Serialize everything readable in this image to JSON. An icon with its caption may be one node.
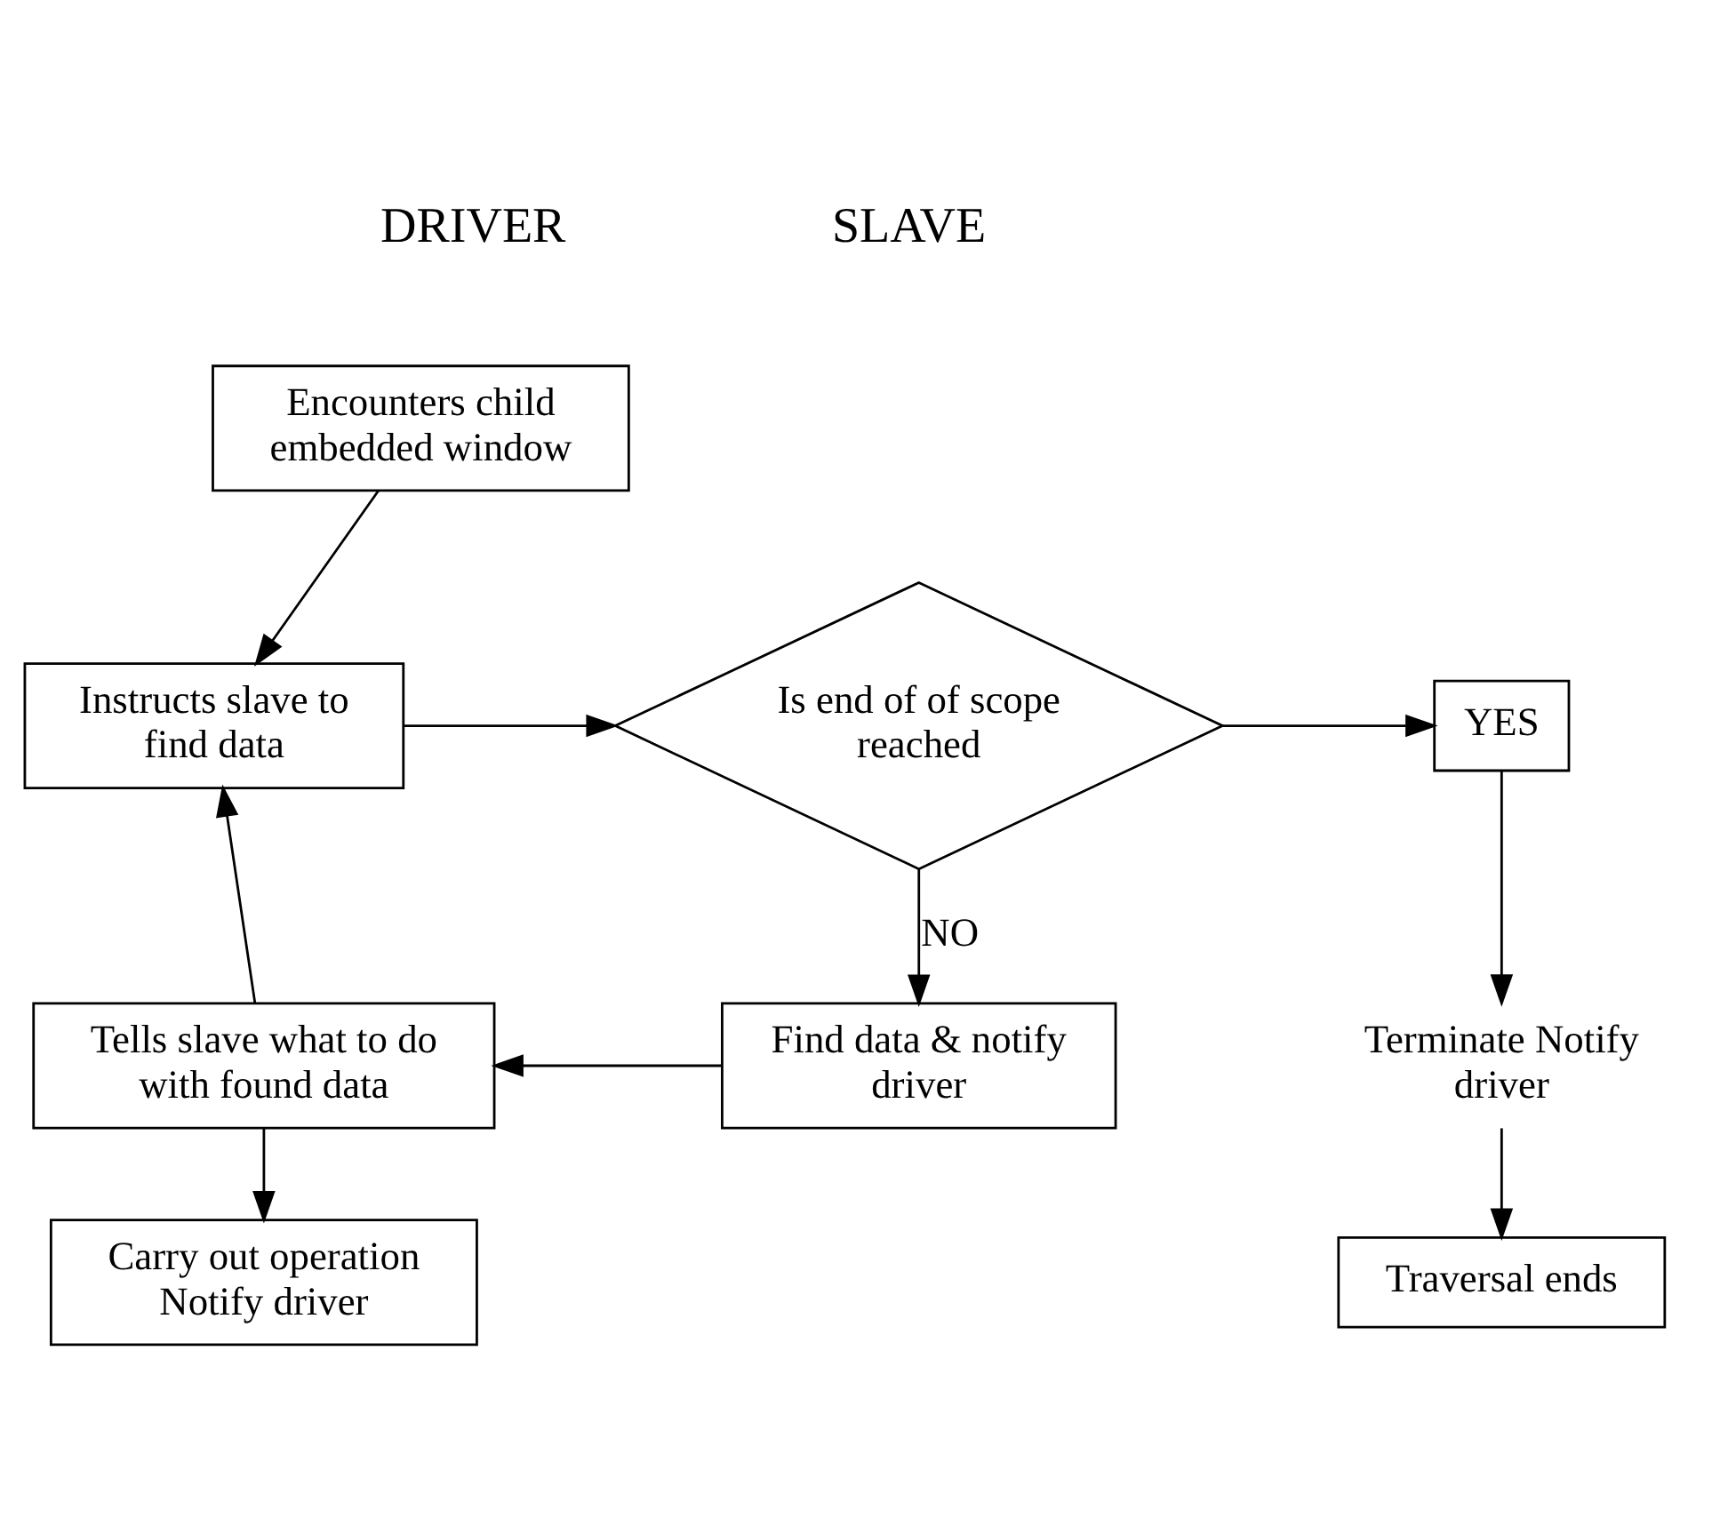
{
  "diagram": {
    "nodes": [
      {
        "text": [
          "Encounters child embedded window"
        ]
      },
      {
        "text": [
          "Instructs slave to find data"
        ]
      },
      {
        "text": [
          "Is end of of scope reached"
        ]
      },
      {
        "text": [
          "YES"
        ]
      },
      {
        "text": [
          "Terminate Notify driver"
        ]
      },
      {
        "text": [
          "Tells slave what to do with found data"
        ]
      },
      {
        "text": [
          "Find data & notify driver"
        ]
      },
      {
        "text": [
          "Carry out operation Notify driver"
        ]
      },
      {
        "text": [
          "Traversal ends"
        ]
      }
    ],
    "edges": [
      {
        "from": 0,
        "to": 1,
        "arrow": "to"
      },
      {
        "from": 1,
        "to": 2,
        "arrow": "to"
      },
      {
        "from": 2,
        "to": 3,
        "arrow": "to"
      },
      {
        "from": 3,
        "to": 4,
        "arrow": "to"
      },
      {
        "from": 2,
        "to": 6,
        "arrow": "to",
        "label": "NO"
      },
      {
        "from": 6,
        "to": 5,
        "arrow": "to"
      },
      {
        "from": 5,
        "to": 1,
        "arrow": "to"
      },
      {
        "from": 5,
        "to": 7,
        "arrow": "to"
      },
      {
        "from": 4,
        "to": 8,
        "arrow": "to"
      }
    ],
    "labels": [
      "DRIVER",
      "SLAVE"
    ]
  }
}
